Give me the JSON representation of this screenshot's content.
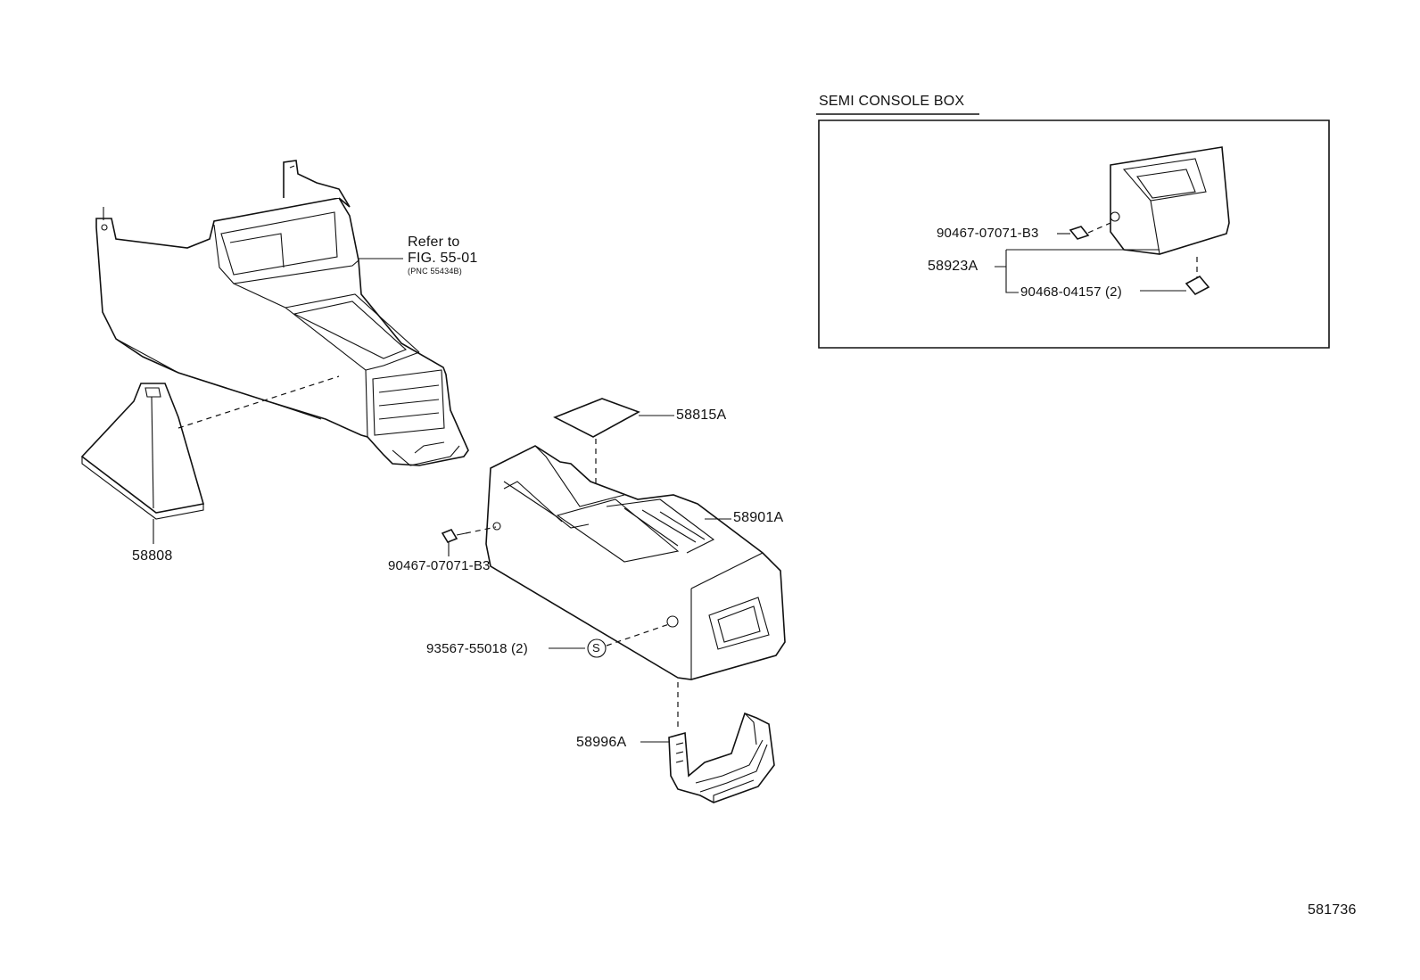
{
  "semi_console": {
    "title": "SEMI CONSOLE BOX",
    "parts": {
      "bolt": "90467-07071-B3",
      "box": "58923A",
      "clip": "90468-04157 (2)"
    }
  },
  "reference": {
    "line1": "Refer to",
    "line2": "FIG. 55-01",
    "line3": "(PNC 55434B)"
  },
  "parts": {
    "boot": "58808",
    "pad": "58815A",
    "console_box": "58901A",
    "bolt": "90467-07071-B3",
    "screw": "93567-55018 (2)",
    "screw_symbol": "S",
    "bracket": "58996A"
  },
  "figure_id": "581736"
}
